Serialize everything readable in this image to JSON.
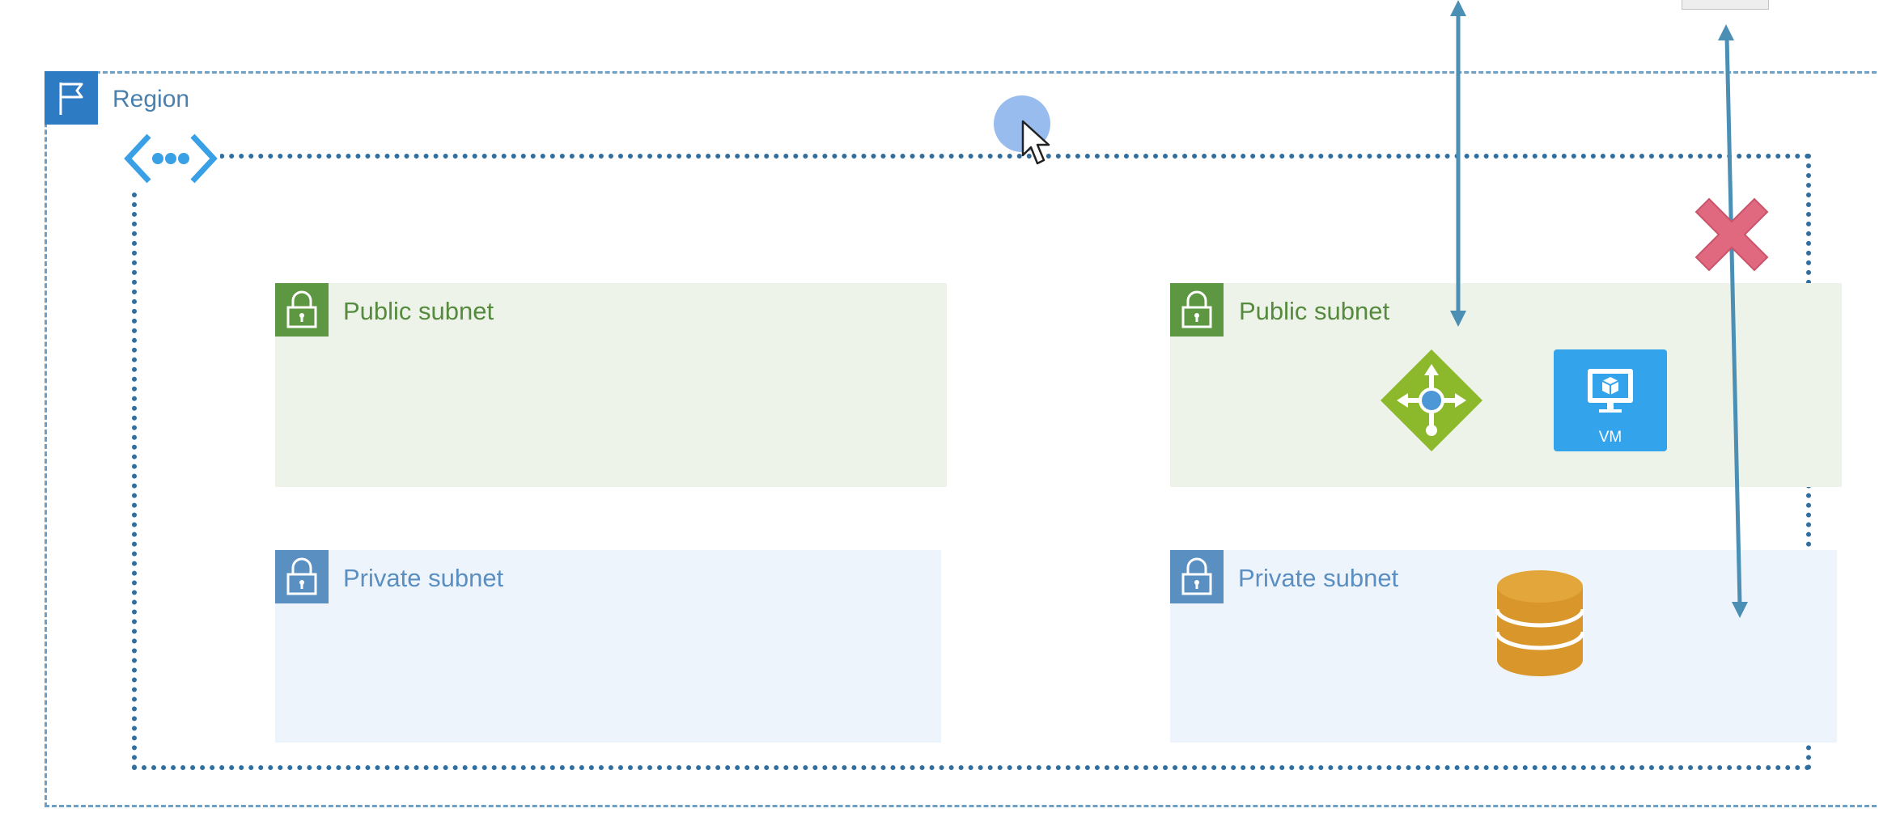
{
  "region": {
    "label": "Region",
    "icon": "flag-icon"
  },
  "vpc": {
    "icon": "vpc-endpoints-icon"
  },
  "subnets": [
    {
      "label": "Public subnet",
      "type": "public",
      "icon": "lock-icon"
    },
    {
      "label": "Public subnet",
      "type": "public",
      "icon": "lock-icon"
    },
    {
      "label": "Private subnet",
      "type": "private",
      "icon": "lock-icon"
    },
    {
      "label": "Private subnet",
      "type": "private",
      "icon": "lock-icon"
    }
  ],
  "nodes": {
    "load_balancer": {
      "icon": "load-balancer-icon"
    },
    "vm": {
      "label": "VM",
      "icon": "vm-icon"
    },
    "database": {
      "icon": "database-icon"
    },
    "blocked": {
      "icon": "red-x-icon"
    }
  },
  "colors": {
    "region_border": "#6e9fc4",
    "vpc_border": "#2f6e9f",
    "public_fill": "#eef3ea",
    "private_fill": "#eef4fb",
    "public_accent": "#5e9742",
    "private_accent": "#5a8fc2",
    "arrow": "#4b8fb5",
    "blocked": "#e0687f",
    "database": "#d9962b",
    "vm": "#33a4ec",
    "load_balancer": "#8cb82b"
  }
}
